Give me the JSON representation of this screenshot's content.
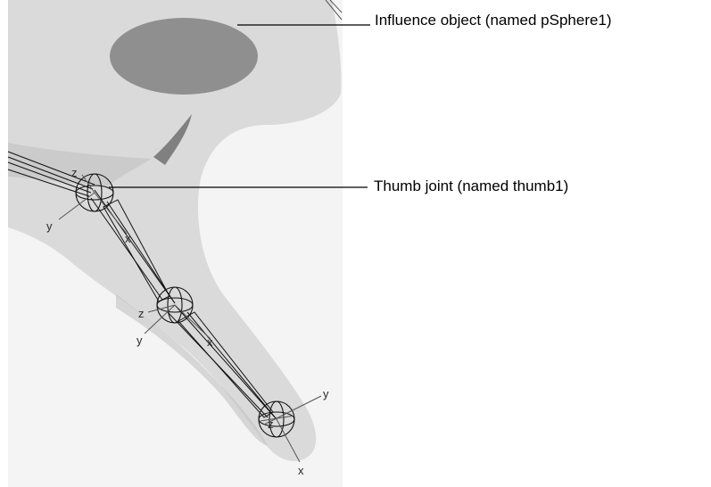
{
  "callouts": {
    "influence_object": "Influence object (named pSphere1)",
    "thumb_joint": "Thumb joint (named thumb1)"
  },
  "axis_labels": {
    "joint1": {
      "z": "z",
      "y": "y",
      "x": "x"
    },
    "joint2": {
      "z": "z",
      "y": "y",
      "x": "x"
    },
    "joint3": {
      "z": "z",
      "y": "y",
      "x": "x"
    }
  },
  "colors": {
    "viewport_background": "#f4f4f4",
    "mesh_fill": "#dadada",
    "mesh_shadow": "#b9b9b9",
    "influence_sphere": "#8f8f8f",
    "wireframe": "#111111",
    "axis_line": "#555555"
  }
}
